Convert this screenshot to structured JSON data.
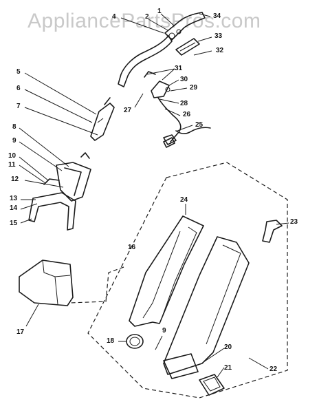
{
  "watermark": "AppliancePartsPros.com",
  "callouts": {
    "c1": "1",
    "c2": "2",
    "c4": "4",
    "c34": "34",
    "c33": "33",
    "c32": "32",
    "c31": "31",
    "c30": "30",
    "c29": "29",
    "c28": "28",
    "c27": "27",
    "c26": "26",
    "c25": "25",
    "c5": "5",
    "c6": "6",
    "c7": "7",
    "c8": "8",
    "c9a": "9",
    "c10": "10",
    "c11": "11",
    "c12": "12",
    "c13": "13",
    "c14": "14",
    "c15": "15",
    "c16": "16",
    "c17": "17",
    "c18": "18",
    "c9b": "9",
    "c20": "20",
    "c21": "21",
    "c22": "22",
    "c23": "23",
    "c24": "24"
  }
}
